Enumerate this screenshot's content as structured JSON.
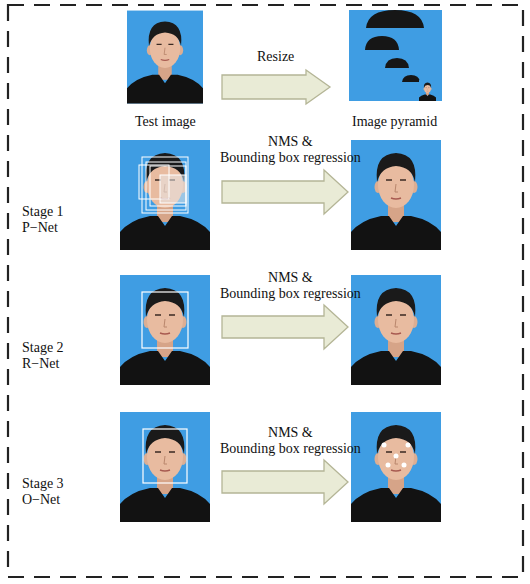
{
  "diagram": {
    "labels": [
      "Resize",
      "Test image",
      "Image pyramid",
      "NMS & Bounding box regression",
      "Stage 1 P−Net",
      "NMS & Bounding box regression",
      "Stage 2 R−Net",
      "NMS & Bounding box regression",
      "Stage 3 O−Net"
    ]
  }
}
